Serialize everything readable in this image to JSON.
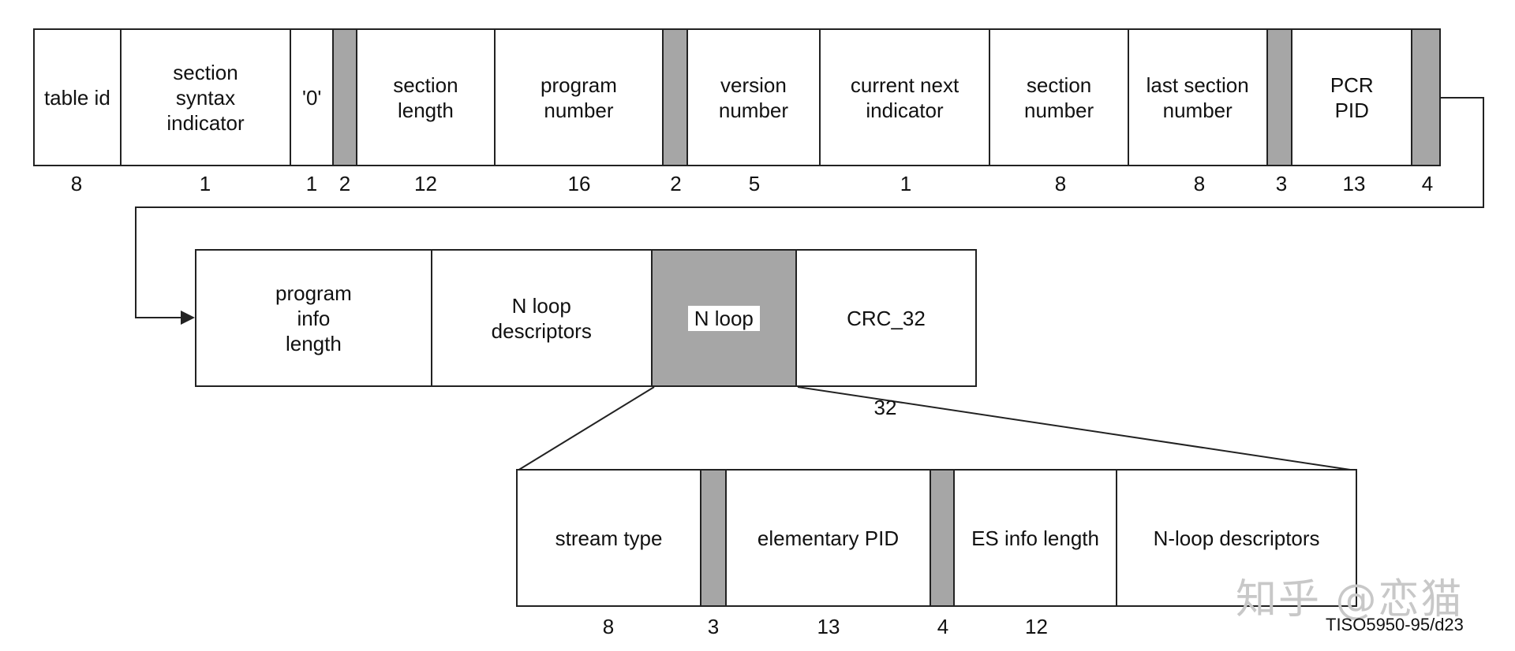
{
  "row1": {
    "fields": [
      {
        "label": "table id",
        "bits": "8"
      },
      {
        "label": "section\nsyntax\nindicator",
        "bits": "1"
      },
      {
        "label": "'0'",
        "bits": "1"
      },
      {
        "label": "",
        "bits": "2",
        "reserved": true
      },
      {
        "label": "section\nlength",
        "bits": "12"
      },
      {
        "label": "program\nnumber",
        "bits": "16"
      },
      {
        "label": "",
        "bits": "2",
        "reserved": true
      },
      {
        "label": "version\nnumber",
        "bits": "5"
      },
      {
        "label": "current next\nindicator",
        "bits": "1"
      },
      {
        "label": "section\nnumber",
        "bits": "8"
      },
      {
        "label": "last section\nnumber",
        "bits": "8"
      },
      {
        "label": "",
        "bits": "3",
        "reserved": true
      },
      {
        "label": "PCR\nPID",
        "bits": "13"
      },
      {
        "label": "",
        "bits": "4",
        "reserved": true
      }
    ]
  },
  "row2": {
    "fields": [
      {
        "label": "program\ninfo\nlength"
      },
      {
        "label": "N loop\ndescriptors"
      },
      {
        "label": "N loop",
        "reserved": true
      },
      {
        "label": "CRC_32"
      }
    ],
    "crc_bits": "32"
  },
  "row3": {
    "fields": [
      {
        "label": "stream type",
        "bits": "8"
      },
      {
        "label": "",
        "bits": "3",
        "reserved": true
      },
      {
        "label": "elementary PID",
        "bits": "13"
      },
      {
        "label": "",
        "bits": "4",
        "reserved": true
      },
      {
        "label": "ES info length",
        "bits": "12"
      },
      {
        "label": "N-loop descriptors",
        "bits": ""
      }
    ]
  },
  "watermark": "知乎 @恋猫",
  "figure_id": "TISO5950-95/d23",
  "colors": {
    "reserved": "#a6a6a6",
    "line": "#222222"
  }
}
